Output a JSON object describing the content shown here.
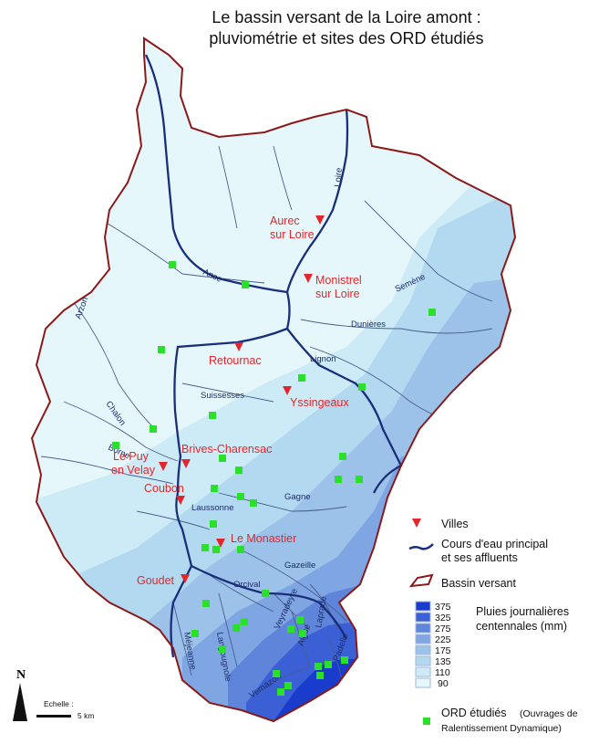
{
  "title": {
    "line1": "Le bassin versant de la Loire amont :",
    "line2": "pluviométrie et sites des ORD étudiés"
  },
  "colors": {
    "river": "#1a2f7a",
    "basin_outline": "#8a1a1a",
    "city_marker": "#e2262b",
    "ord_marker": "#2be02b",
    "rain_90": "#e6f7fb",
    "rain_110": "#cdebf6",
    "rain_135": "#b3d9f0",
    "rain_175": "#9cc2ea",
    "rain_225": "#7fa5e2",
    "rain_275": "#5e85da",
    "rain_325": "#3b5fd4",
    "rain_375": "#1a3ccc"
  },
  "cities": [
    {
      "name_line1": "Aurec",
      "name_line2": "sur Loire"
    },
    {
      "name_line1": "Monistrel",
      "name_line2": "sur Loire"
    },
    {
      "name_line1": "Retournac"
    },
    {
      "name_line1": "Yssingeaux"
    },
    {
      "name_line1": "Brives-Charensac"
    },
    {
      "name_line1": "Le Puy",
      "name_line2": "en Velay"
    },
    {
      "name_line1": "Coubon"
    },
    {
      "name_line1": "Le Monastier"
    },
    {
      "name_line1": "Goudet"
    }
  ],
  "rivers": [
    {
      "name": "Loire"
    },
    {
      "name": "Ance"
    },
    {
      "name": "Semène"
    },
    {
      "name": "Dunières"
    },
    {
      "name": "Arzon"
    },
    {
      "name": "Lignon"
    },
    {
      "name": "Suissesses"
    },
    {
      "name": "Chalon"
    },
    {
      "name": "Borne"
    },
    {
      "name": "Gagne"
    },
    {
      "name": "Laussonne"
    },
    {
      "name": "Gazeille"
    },
    {
      "name": "Orcival"
    },
    {
      "name": "Veyradeyre"
    },
    {
      "name": "Laprade"
    },
    {
      "name": "Langougnole"
    },
    {
      "name": "Méjeanne"
    },
    {
      "name": "Aigue"
    },
    {
      "name": "Vernazon"
    },
    {
      "name": "Padelle"
    }
  ],
  "legend": {
    "villes": "Villes",
    "cours_line1": "Cours d'eau principal",
    "cours_line2": "et ses affluents",
    "bassin": "Bassin versant",
    "pluies_line1": "Pluies journalières",
    "pluies_line2": "centennales (mm)",
    "rain_values": [
      "375",
      "325",
      "275",
      "225",
      "175",
      "135",
      "110",
      "90"
    ],
    "ord_main": "ORD étudiés",
    "ord_paren": "(Ouvrages de",
    "ord_line2": "Ralentissement Dynamique)"
  },
  "north_label": "N",
  "scale": {
    "label": "Echelle :",
    "distance": "5 km"
  }
}
